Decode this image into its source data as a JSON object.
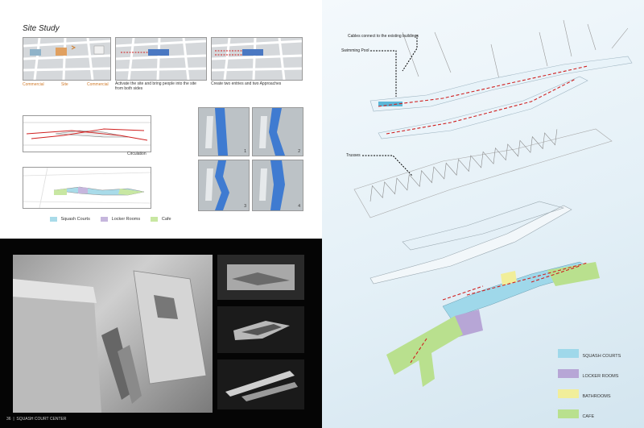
{
  "site_study": {
    "title": "Site Study",
    "labels": [
      "Commercial",
      "Site",
      "Commercial"
    ],
    "captions": [
      "Activate the site and bring people into the site from both sides",
      "Create two entries and two Approaches"
    ]
  },
  "circulation": {
    "label": "Circulation"
  },
  "program_legend": {
    "items": [
      {
        "label": "Squash Courts",
        "color": "#a9dbe9"
      },
      {
        "label": "Locker Rooms",
        "color": "#c6b6dd"
      },
      {
        "label": "Cafe",
        "color": "#c8e7a2"
      }
    ]
  },
  "variations": {
    "numbers": [
      "1",
      "2",
      "3",
      "4"
    ]
  },
  "footer": {
    "page_number": "36",
    "project_title": "SQUASH COURT CENTER"
  },
  "exploded": {
    "labels": {
      "cables": "Cables connect to the existing buildings",
      "pool": "Swimming Pool",
      "trusses": "Trusses"
    },
    "legend": [
      {
        "label": "SQUASH COURTS",
        "color": "#9fd8ea"
      },
      {
        "label": "LOCKER ROOMS",
        "color": "#b7a6d6"
      },
      {
        "label": "BATHROOMS",
        "color": "#f1ee9a"
      },
      {
        "label": "CAFE",
        "color": "#b9e08e"
      }
    ]
  }
}
